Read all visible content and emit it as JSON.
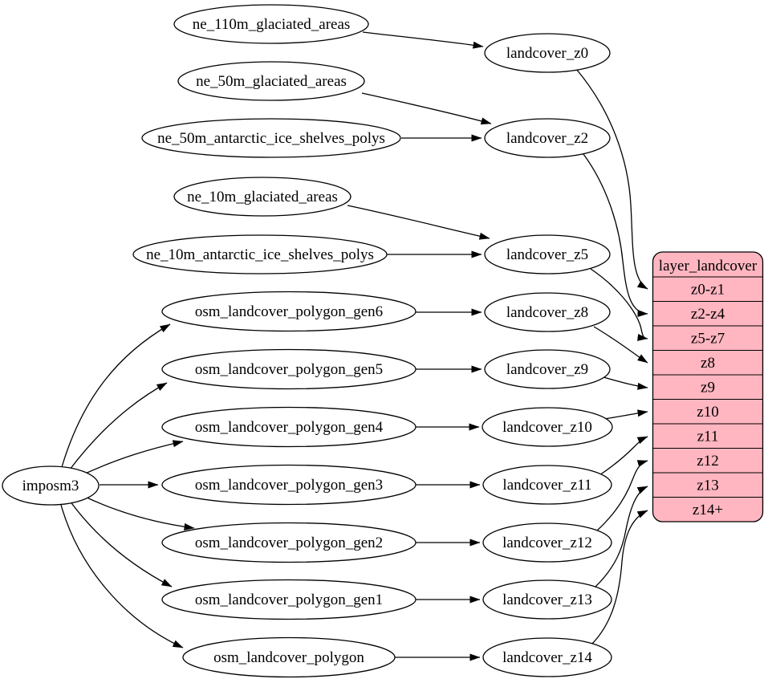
{
  "colors": {
    "background": "#ffffff",
    "node_fill": "#ffffff",
    "edge_stroke": "#000000",
    "table_fill": "#ffb6c1"
  },
  "nodes": {
    "imposm3": "imposm3",
    "ne_110m_glaciated_areas": "ne_110m_glaciated_areas",
    "ne_50m_glaciated_areas": "ne_50m_glaciated_areas",
    "ne_50m_antarctic_ice_shelves_polys": "ne_50m_antarctic_ice_shelves_polys",
    "ne_10m_glaciated_areas": "ne_10m_glaciated_areas",
    "ne_10m_antarctic_ice_shelves_polys": "ne_10m_antarctic_ice_shelves_polys",
    "osm_landcover_polygon_gen6": "osm_landcover_polygon_gen6",
    "osm_landcover_polygon_gen5": "osm_landcover_polygon_gen5",
    "osm_landcover_polygon_gen4": "osm_landcover_polygon_gen4",
    "osm_landcover_polygon_gen3": "osm_landcover_polygon_gen3",
    "osm_landcover_polygon_gen2": "osm_landcover_polygon_gen2",
    "osm_landcover_polygon_gen1": "osm_landcover_polygon_gen1",
    "osm_landcover_polygon": "osm_landcover_polygon",
    "landcover_z0": "landcover_z0",
    "landcover_z2": "landcover_z2",
    "landcover_z5": "landcover_z5",
    "landcover_z8": "landcover_z8",
    "landcover_z9": "landcover_z9",
    "landcover_z10": "landcover_z10",
    "landcover_z11": "landcover_z11",
    "landcover_z12": "landcover_z12",
    "landcover_z13": "landcover_z13",
    "landcover_z14": "landcover_z14"
  },
  "table": {
    "title": "layer_landcover",
    "rows": [
      "z0-z1",
      "z2-z4",
      "z5-z7",
      "z8",
      "z9",
      "z10",
      "z11",
      "z12",
      "z13",
      "z14+"
    ]
  },
  "edges": [
    {
      "from": "imposm3",
      "to": "osm_landcover_polygon_gen6"
    },
    {
      "from": "imposm3",
      "to": "osm_landcover_polygon_gen5"
    },
    {
      "from": "imposm3",
      "to": "osm_landcover_polygon_gen4"
    },
    {
      "from": "imposm3",
      "to": "osm_landcover_polygon_gen3"
    },
    {
      "from": "imposm3",
      "to": "osm_landcover_polygon_gen2"
    },
    {
      "from": "imposm3",
      "to": "osm_landcover_polygon_gen1"
    },
    {
      "from": "imposm3",
      "to": "osm_landcover_polygon"
    },
    {
      "from": "ne_110m_glaciated_areas",
      "to": "landcover_z0"
    },
    {
      "from": "ne_50m_glaciated_areas",
      "to": "landcover_z2"
    },
    {
      "from": "ne_50m_antarctic_ice_shelves_polys",
      "to": "landcover_z2"
    },
    {
      "from": "ne_10m_glaciated_areas",
      "to": "landcover_z5"
    },
    {
      "from": "ne_10m_antarctic_ice_shelves_polys",
      "to": "landcover_z5"
    },
    {
      "from": "osm_landcover_polygon_gen6",
      "to": "landcover_z8"
    },
    {
      "from": "osm_landcover_polygon_gen5",
      "to": "landcover_z9"
    },
    {
      "from": "osm_landcover_polygon_gen4",
      "to": "landcover_z10"
    },
    {
      "from": "osm_landcover_polygon_gen3",
      "to": "landcover_z11"
    },
    {
      "from": "osm_landcover_polygon_gen2",
      "to": "landcover_z12"
    },
    {
      "from": "osm_landcover_polygon_gen1",
      "to": "landcover_z13"
    },
    {
      "from": "osm_landcover_polygon",
      "to": "landcover_z14"
    },
    {
      "from": "landcover_z0",
      "to": "layer_landcover:z0-z1"
    },
    {
      "from": "landcover_z2",
      "to": "layer_landcover:z2-z4"
    },
    {
      "from": "landcover_z5",
      "to": "layer_landcover:z5-z7"
    },
    {
      "from": "landcover_z8",
      "to": "layer_landcover:z8"
    },
    {
      "from": "landcover_z9",
      "to": "layer_landcover:z9"
    },
    {
      "from": "landcover_z10",
      "to": "layer_landcover:z10"
    },
    {
      "from": "landcover_z11",
      "to": "layer_landcover:z11"
    },
    {
      "from": "landcover_z12",
      "to": "layer_landcover:z12"
    },
    {
      "from": "landcover_z13",
      "to": "layer_landcover:z13"
    },
    {
      "from": "landcover_z14",
      "to": "layer_landcover:z14+"
    }
  ]
}
